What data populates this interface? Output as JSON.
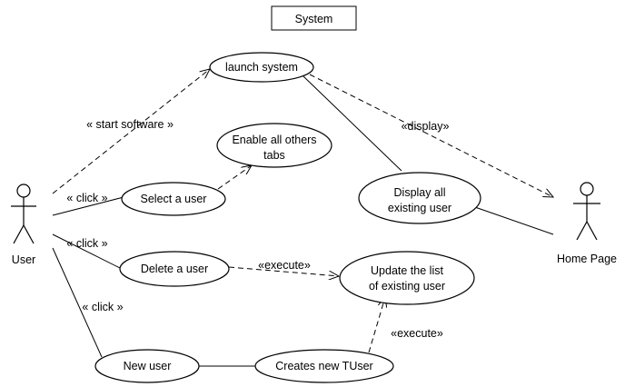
{
  "system_box": {
    "label": "System"
  },
  "actors": {
    "user": {
      "label": "User"
    },
    "home_page": {
      "label": "Home Page"
    }
  },
  "use_cases": {
    "launch_system": {
      "label": "launch system"
    },
    "enable_tabs": {
      "line1": "Enable all others",
      "line2": "tabs"
    },
    "select_user": {
      "label": "Select a user"
    },
    "display_users": {
      "line1": "Display all",
      "line2": "existing user"
    },
    "delete_user": {
      "label": "Delete a user"
    },
    "update_list": {
      "line1": "Update the list",
      "line2": "of existing user"
    },
    "new_user": {
      "label": "New user"
    },
    "creates_tuser": {
      "label": "Creates new TUser"
    }
  },
  "edge_labels": {
    "start_software": "« start software »",
    "click_select": "« click »",
    "click_delete": "« click »",
    "click_new": "« click »",
    "display": "«display»",
    "execute_delete": "«execute»",
    "execute_create": "«execute»"
  }
}
